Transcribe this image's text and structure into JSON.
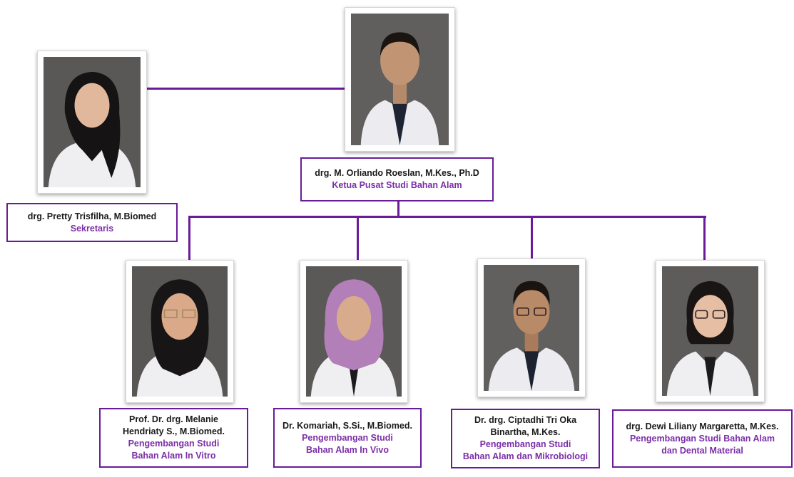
{
  "colors": {
    "connector": "#6a1b9a",
    "role_text": "#7b2ea8",
    "name_text": "#1a1a1a"
  },
  "head": {
    "name": "drg. M. Orliando Roeslan, M.Kes., Ph.D",
    "role": "Ketua Pusat Studi Bahan Alam"
  },
  "secretary": {
    "name": "drg. Pretty Trisfilha, M.Biomed",
    "role": "Sekretaris"
  },
  "members": [
    {
      "name_line1": "Prof. Dr. drg. Melanie",
      "name_line2": "Hendriaty S., M.Biomed.",
      "role_line1": "Pengembangan Studi",
      "role_line2": "Bahan Alam In Vitro"
    },
    {
      "name_line1": "Dr. Komariah, S.Si., M.Biomed.",
      "role_line1": "Pengembangan Studi",
      "role_line2": "Bahan Alam In Vivo"
    },
    {
      "name_line1": "Dr. drg. Ciptadhi Tri Oka",
      "name_line2": "Binartha, M.Kes.",
      "role_line1": "Pengembangan Studi",
      "role_line2": "Bahan Alam dan Mikrobiologi"
    },
    {
      "name_line1": "drg. Dewi Liliany Margaretta, M.Kes.",
      "role_line1": "Pengembangan Studi Bahan Alam",
      "role_line2": "dan Dental Material"
    }
  ]
}
